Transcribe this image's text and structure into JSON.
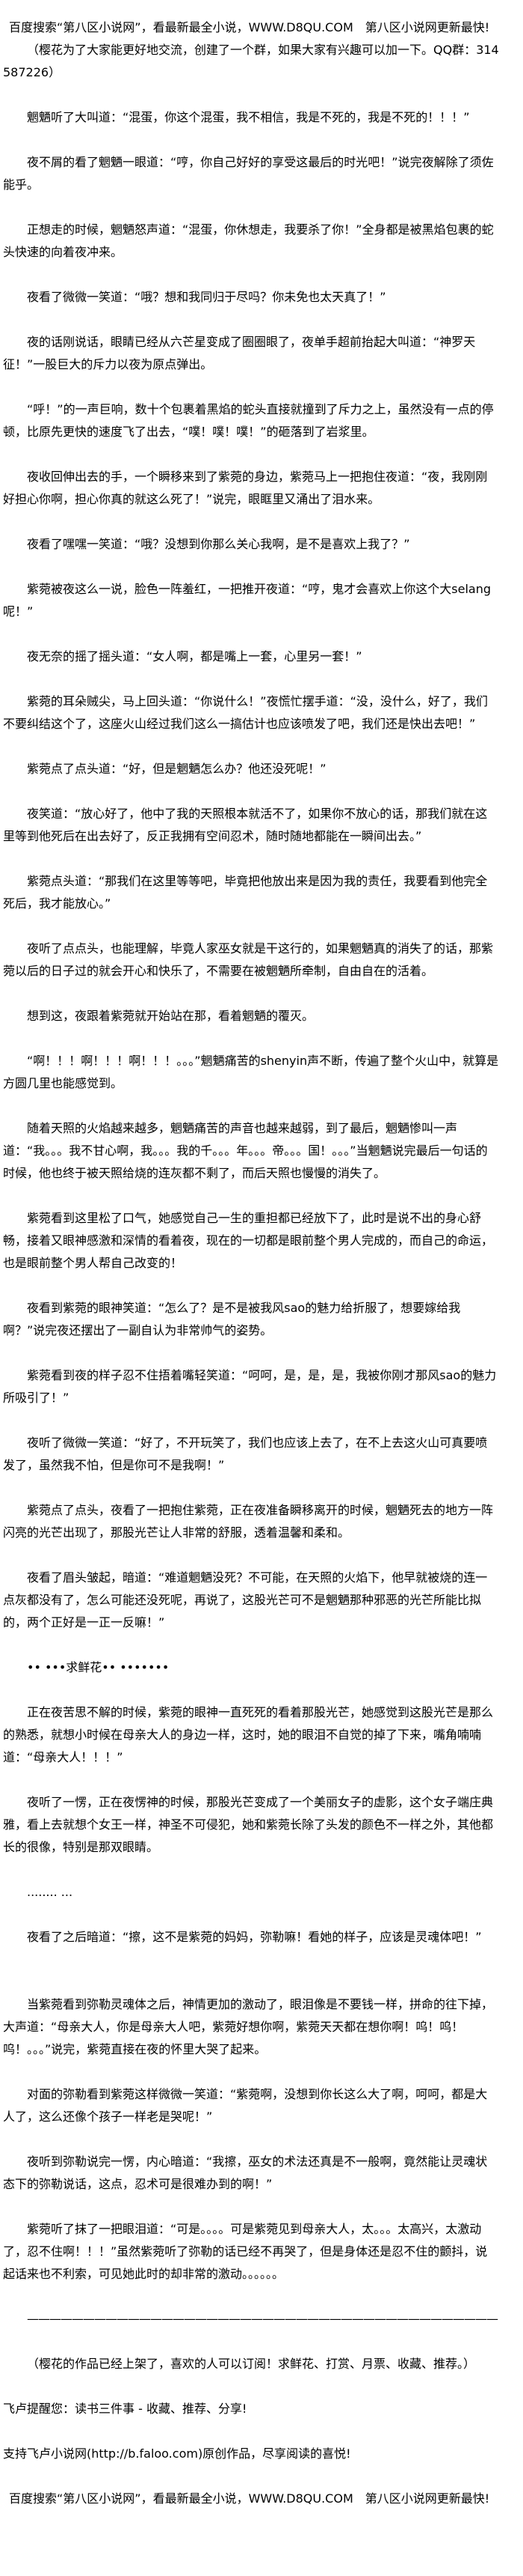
{
  "header_ad": "百度搜索“第八区小说网”，看最新最全小说，WWW.D8QU.COM　第八区小说网更新最快!",
  "qq_notice": "（樱花为了大家能更好地交流，创建了一个群，如果大家有兴趣可以加一下。QQ群：314587226）",
  "paragraphs": [
    "魍魉听了大叫道：“混蛋，你这个混蛋，我不相信，我是不死的，我是不死的！！！”",
    "夜不屑的看了魍魉一眼道：“哼，你自己好好的享受这最后的时光吧！”说完夜解除了须佐能乎。",
    "正想走的时候，魍魉怒声道：“混蛋，你休想走，我要杀了你！”全身都是被黑焰包裹的蛇头快速的向着夜冲来。",
    "夜看了微微一笑道：“哦？想和我同归于尽吗？你未免也太天真了！”",
    "夜的话刚说话，眼睛已经从六芒星变成了圈圈眼了，夜单手超前抬起大叫道：“神罗天征！”一股巨大的斥力以夜为原点弹出。",
    "“呼！”的一声巨响，数十个包裹着黑焰的蛇头直接就撞到了斥力之上，虽然没有一点的停顿，比原先更快的速度飞了出去，“噗！噗！噗！”的砸落到了岩浆里。",
    "夜收回伸出去的手，一个瞬移来到了紫菀的身边，紫菀马上一把抱住夜道：“夜，我刚刚好担心你啊，担心你真的就这么死了！”说完，眼眶里又涌出了泪水来。",
    "夜看了嘿嘿一笑道：“哦？没想到你那么关心我啊，是不是喜欢上我了？”",
    "紫菀被夜这么一说，脸色一阵羞红，一把推开夜道：“哼，鬼才会喜欢上你这个大selang呢！”",
    "夜无奈的摇了摇头道：“女人啊，都是嘴上一套，心里另一套！”",
    "紫菀的耳朵贼尖，马上回头道：“你说什么！”夜慌忙摆手道：“没，没什么，好了，我们不要纠结这个了，这座火山经过我们这么一搞估计也应该喷发了吧，我们还是快出去吧！”",
    "紫菀点了点头道：“好，但是魍魉怎么办？他还没死呢！”",
    "夜笑道：“放心好了，他中了我的天照根本就活不了，如果你不放心的话，那我们就在这里等到他死后在出去好了，反正我拥有空间忍术，随时随地都能在一瞬间出去。”",
    "紫菀点头道：“那我们在这里等等吧，毕竟把他放出来是因为我的责任，我要看到他完全死后，我才能放心。”",
    "夜听了点点头，也能理解，毕竟人家巫女就是干这行的，如果魍魉真的消失了的话，那紫菀以后的日子过的就会开心和快乐了，不需要在被魍魉所牵制，自由自在的活着。",
    "想到这，夜跟着紫菀就开始站在那，看着魍魉的覆灭。",
    "“啊！！！啊！！！啊！！！。。。”魍魉痛苦的shenyin声不断，传遍了整个火山中，就算是方圆几里也能感觉到。",
    "随着天照的火焰越来越多，魍魉痛苦的声音也越来越弱，到了最后，魍魉惨叫一声道：“我。。。我不甘心啊，我。。。我的千。。。年。。。帝。。。国！。。。”当魍魉说完最后一句话的时候，他也终于被天照给烧的连灰都不剩了，而后天照也慢慢的消失了。",
    "紫菀看到这里松了口气，她感觉自己一生的重担都已经放下了，此时是说不出的身心舒畅，接着又眼神感激和深情的看着夜，现在的一切都是眼前整个男人完成的，而自己的命运，也是眼前整个男人帮自己改变的！",
    "夜看到紫菀的眼神笑道：“怎么了？是不是被我风sao的魅力给折服了，想要嫁给我啊？”说完夜还摆出了一副自认为非常帅气的姿势。",
    "紫菀看到夜的样子忍不住捂着嘴轻笑道：“呵呵，是，是，是，我被你刚才那风sao的魅力所吸引了！”",
    "夜听了微微一笑道：“好了，不开玩笑了，我们也应该上去了，在不上去这火山可真要喷发了，虽然我不怕，但是你可不是我啊！”",
    "紫菀点了点头，夜看了一把抱住紫菀，正在夜准备瞬移离开的时候，魍魉死去的地方一阵闪亮的光芒出现了，那股光芒让人非常的舒服，透着温馨和柔和。",
    "夜看了眉头皱起，暗道：“难道魍魉没死？不可能，在天照的火焰下，他早就被烧的连一点灰都没有了，怎么可能还没死呢，再说了，这股光芒可不是魍魉那种邪恶的光芒所能比拟的，两个正好是一正一反嘛！”",
    "•• •••求鲜花•• •••••••",
    "正在夜苦思不解的时候，紫菀的眼神一直死死的看着那股光芒，她感觉到这股光芒是那么的熟悉，就想小时候在母亲大人的身边一样，这时，她的眼泪不自觉的掉了下来，嘴角喃喃道：“母亲大人！！！”",
    "夜听了一愣，正在夜愣神的时候，那股光芒变成了一个美丽女子的虚影，这个女子端庄典雅，看上去就想个女王一样，神圣不可侵犯，她和紫菀长除了头发的颜色不一样之外，其他都长的很像，特别是那双眼睛。",
    "........ ...",
    "夜看了之后暗道：“擦，这不是紫菀的妈妈，弥勒嘛！看她的样子，应该是灵魂体吧！”",
    "当紫菀看到弥勒灵魂体之后，神情更加的激动了，眼泪像是不要钱一样，拼命的往下掉，大声道：“母亲大人，你是母亲大人吧，紫菀好想你啊，紫菀天天都在想你啊！呜！呜！呜！。。。”说完，紫菀直接在夜的怀里大哭了起来。",
    "对面的弥勒看到紫菀这样微微一笑道：“紫菀啊，没想到你长这么大了啊，呵呵，都是大人了，这么还像个孩子一样老是哭呢！”",
    "夜听到弥勒说完一愣，内心暗道：“我擦，巫女的术法还真是不一般啊，竟然能让灵魂状态下的弥勒说话，这点，忍术可是很难办到的啊！”",
    "紫菀听了抹了一把眼泪道：“可是。。。。可是紫菀见到母亲大人，太。。。太高兴，太激动了，忍不住啊！！！”虽然紫菀听了弥勒的话已经不再哭了，但是身体还是忍不住的颤抖，说起话来也不利索，可见她此时的却非常的激动。。。。。。"
  ],
  "separator": "——————————————————————————————————————————",
  "author_notice": "（樱花的作品已经上架了，喜欢的人可以订阅！求鲜花、打赏、月票、收藏、推荐。）",
  "faloo_reminder": "飞卢提醒您：读书三件事 - 收藏、推荐、分享!",
  "faloo_support": "支持飞卢小说网(http://b.faloo.com)原创作品，尽享阅读的喜悦!",
  "footer_ad": "百度搜索“第八区小说网”，看最新最全小说，WWW.D8QU.COM　第八区小说网更新最快!"
}
